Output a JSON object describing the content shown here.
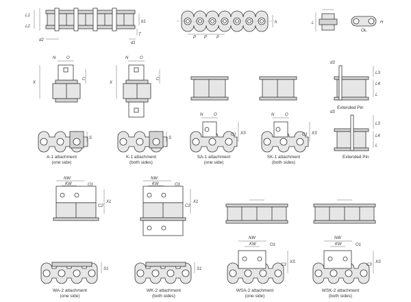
{
  "views": {
    "chain_side": {
      "dims": [
        "L2",
        "L1",
        "b1",
        "T",
        "d2",
        "d1"
      ]
    },
    "chain_plate": {
      "dims": [
        "P",
        "P",
        "P",
        "h"
      ]
    },
    "connecting_link": {
      "dims": [
        "L",
        "H"
      ],
      "label": "OL"
    },
    "a1_front": {
      "dims": [
        "N",
        "O",
        "X",
        "C"
      ]
    },
    "k1_front": {
      "dims": [
        "N",
        "O",
        "X",
        "C"
      ]
    },
    "extended_pin_front": {
      "dims": [
        "d3",
        "L3",
        "L4",
        "L"
      ],
      "caption": "Extended Pin"
    },
    "sa1_side": {
      "dims": [
        "N",
        "O",
        "C1",
        "XS"
      ]
    },
    "sk1_side": {
      "dims": [
        "N",
        "O",
        "C1",
        "XS"
      ]
    },
    "extended_pin_side": {
      "dims": [
        "d3",
        "L3",
        "L4",
        "L"
      ],
      "caption": "Extended Pin"
    },
    "a1_side": {
      "dims": [
        "S"
      ],
      "caption_line1": "A-1 attachment",
      "caption_line2": "(one side)"
    },
    "k1_side": {
      "dims": [
        "S"
      ],
      "caption_line1": "K-1 attachment",
      "caption_line2": "(both sides)"
    },
    "sa1_caption": {
      "caption_line1": "SA-1 attachment",
      "caption_line2": "(one side)"
    },
    "sk1_caption": {
      "caption_line1": "SK-1 attachment",
      "caption_line2": "(both sides)"
    },
    "wa2_front": {
      "dims": [
        "NW",
        "KW",
        "O1",
        "C2",
        "X1"
      ]
    },
    "wk2_front": {
      "dims": [
        "NW",
        "KW",
        "O1",
        "C2",
        "X1"
      ]
    },
    "wa2_side": {
      "dims": [
        "S1"
      ],
      "caption_line1": "WA-2 attachment",
      "caption_line2": "(one side)"
    },
    "wk2_side": {
      "dims": [
        "S1"
      ],
      "caption_line1": "WK-2 attachment",
      "caption_line2": "(both sides)"
    },
    "wsa2_side": {
      "dims": [
        "NW",
        "KW",
        "O1",
        "C3",
        "XS"
      ],
      "caption_line1": "WSA-2 attachment",
      "caption_line2": "(one side)"
    },
    "wsk2_side": {
      "dims": [
        "NW",
        "KW",
        "O1",
        "C3",
        "XS"
      ],
      "caption_line1": "WSK-2 attachment",
      "caption_line2": "(both sides)"
    }
  }
}
